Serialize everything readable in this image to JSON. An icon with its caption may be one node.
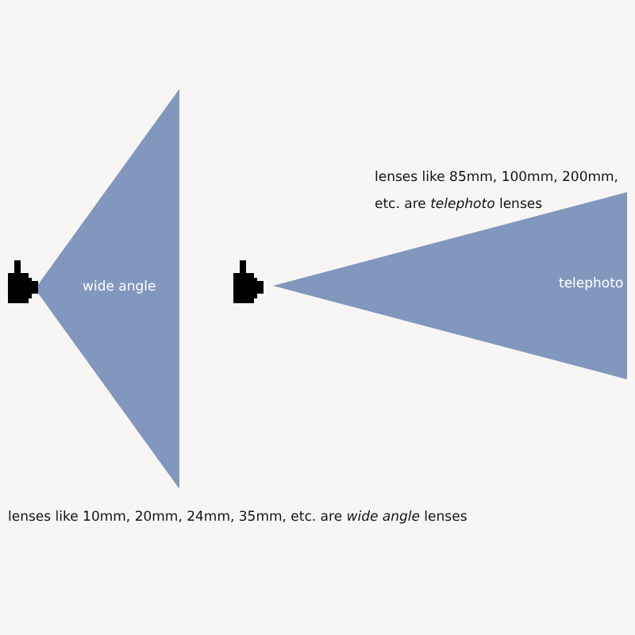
{
  "diagram": {
    "nodes": [
      {
        "text": [
          "wide angle"
        ]
      },
      {
        "text": [
          "telephoto"
        ]
      }
    ],
    "labels": [
      "lenses like 85mm, 100mm, 200mm, etc. are *telephoto* lenses",
      "lenses like 10mm, 20mm, 24mm, 35mm, etc. are *wide angle* lenses"
    ]
  }
}
